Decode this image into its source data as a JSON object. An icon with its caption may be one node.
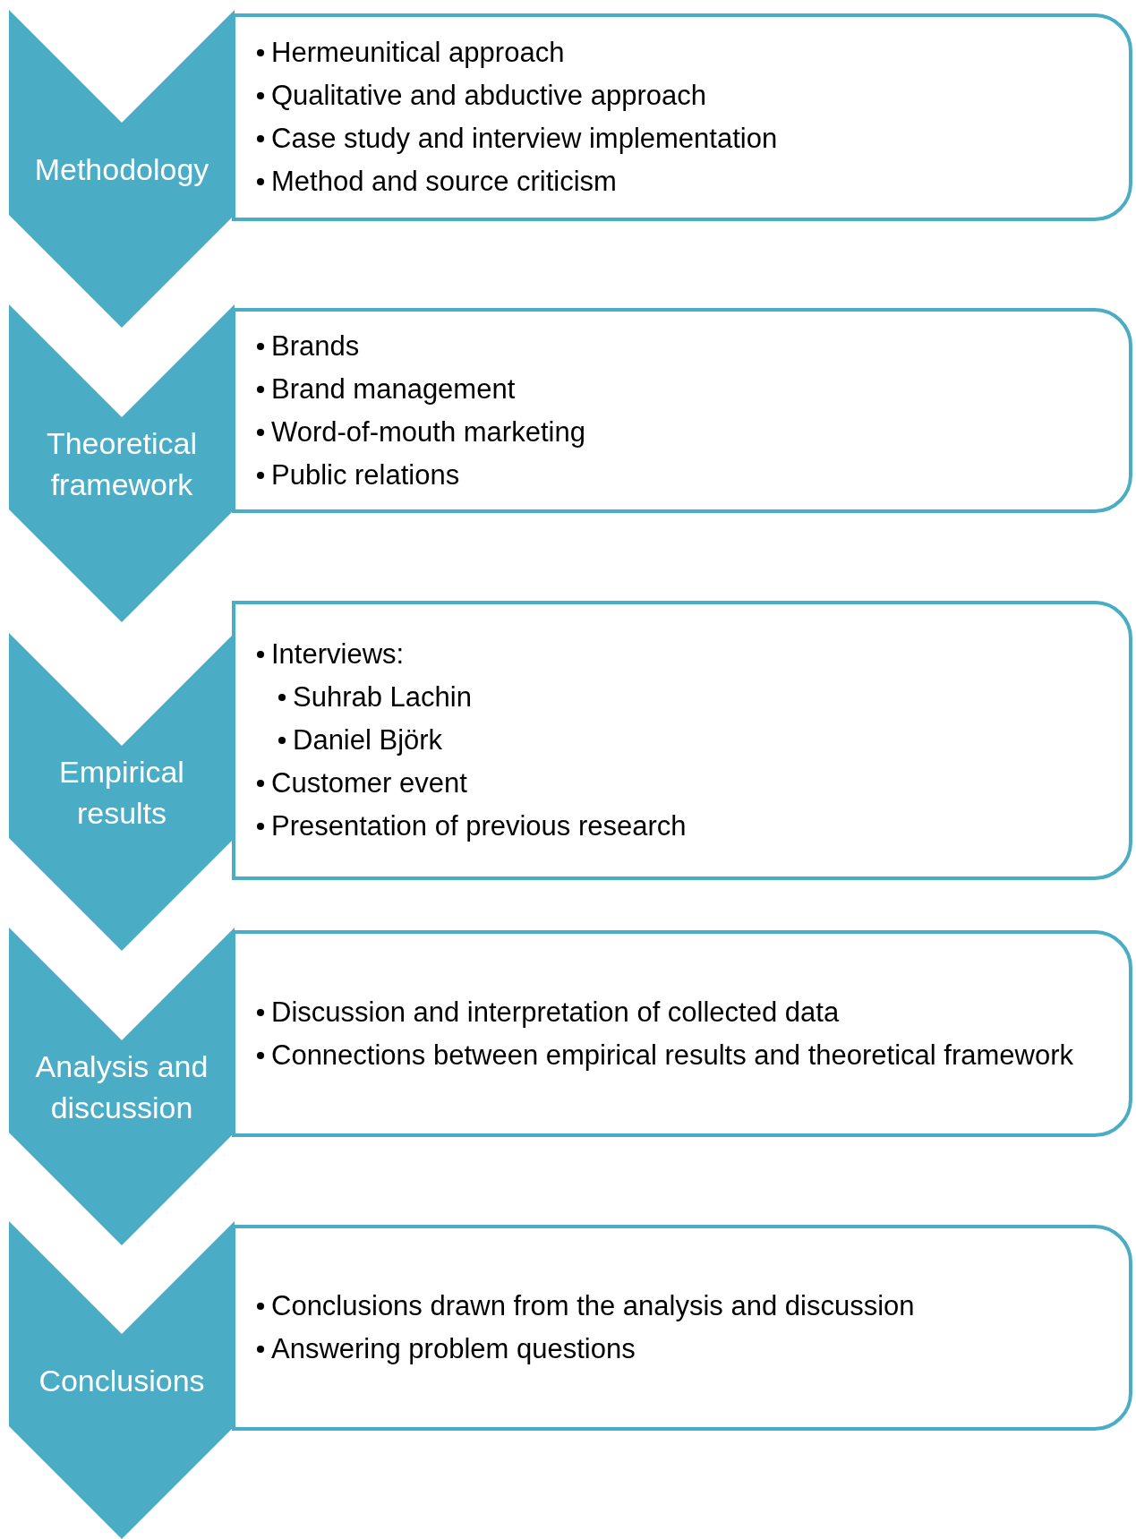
{
  "diagram": {
    "nodes": [
      {
        "text": [
          "Methodology"
        ]
      },
      {
        "text": [
          "Hermeunitical approach",
          "Qualitative and abductive approach",
          "Case study and interview implementation",
          "Method and source criticism"
        ]
      },
      {
        "text": [
          "Theoretical framework"
        ]
      },
      {
        "text": [
          "Brands",
          "Brand management",
          "Word-of-mouth marketing",
          "Public relations"
        ]
      },
      {
        "text": [
          "Empirical results"
        ]
      },
      {
        "text": [
          "Interviews:",
          "Suhrab Lachin",
          "Daniel Björk",
          "Customer event",
          "Presentation of previous research"
        ]
      },
      {
        "text": [
          "Analysis and discussion"
        ]
      },
      {
        "text": [
          "Discussion and interpretation of collected data",
          "Connections between empirical results and theoretical framework"
        ]
      },
      {
        "text": [
          "Conclusions"
        ]
      },
      {
        "text": [
          "Conclusions drawn from the analysis and discussion",
          "Answering problem questions"
        ]
      }
    ]
  }
}
